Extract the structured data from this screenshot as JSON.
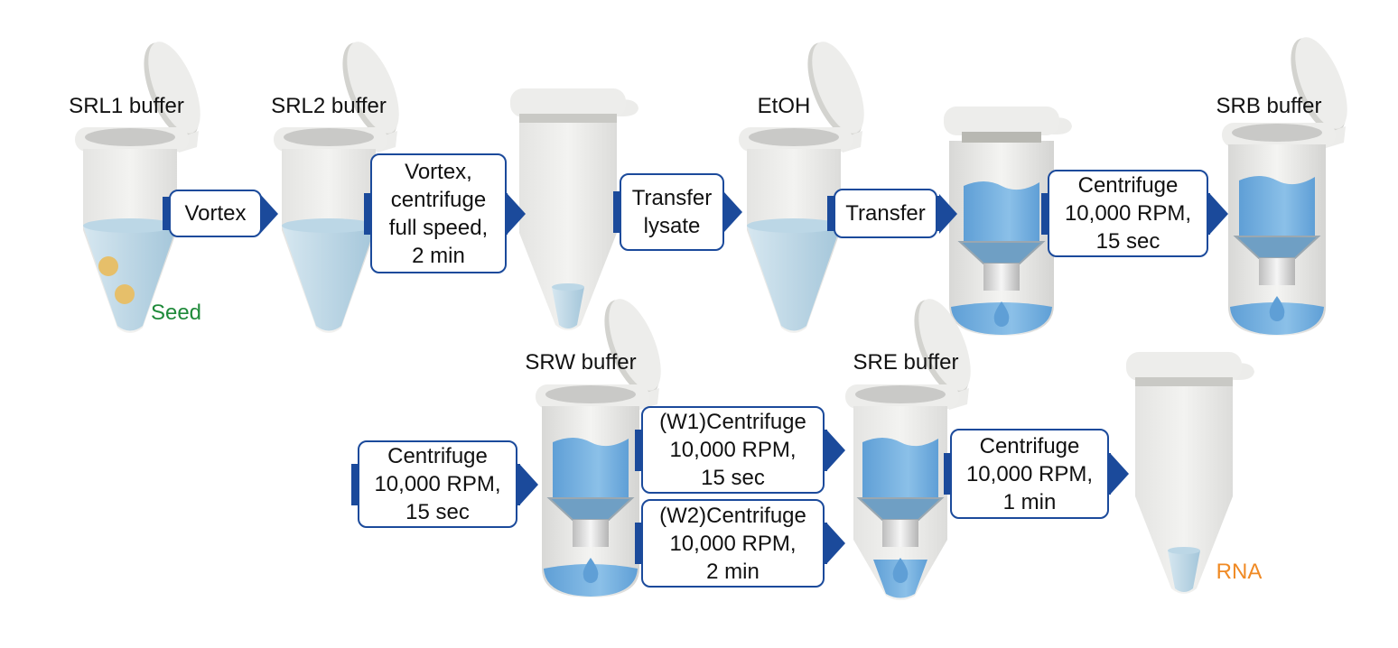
{
  "labels": {
    "srl1": "SRL1 buffer",
    "srl2": "SRL2 buffer",
    "etoh": "EtOH",
    "srb": "SRB buffer",
    "srw": "SRW buffer",
    "sre": "SRE buffer",
    "seed": "Seed",
    "rna": "RNA"
  },
  "steps": [
    {
      "lines": [
        "Vortex"
      ]
    },
    {
      "lines": [
        "Vortex,",
        "centrifuge",
        "full speed,",
        "2 min"
      ]
    },
    {
      "lines": [
        "Transfer",
        "lysate"
      ]
    },
    {
      "lines": [
        "Transfer"
      ]
    },
    {
      "lines": [
        "Centrifuge",
        "10,000 RPM,",
        "15 sec"
      ]
    },
    {
      "lines": [
        "Centrifuge",
        "10,000 RPM,",
        "15 sec"
      ]
    },
    {
      "lines": [
        "(W1)Centrifuge",
        "10,000 RPM,",
        "15 sec"
      ]
    },
    {
      "lines": [
        "(W2)Centrifuge",
        "10,000 RPM,",
        "2 min"
      ]
    },
    {
      "lines": [
        "Centrifuge",
        "10,000 RPM,",
        "1 min"
      ]
    }
  ],
  "colors": {
    "arrow": "#1b4a9b",
    "seed_label": "#1f8a3a",
    "rna_label": "#f08a24",
    "seed": "#e6bf6a"
  }
}
